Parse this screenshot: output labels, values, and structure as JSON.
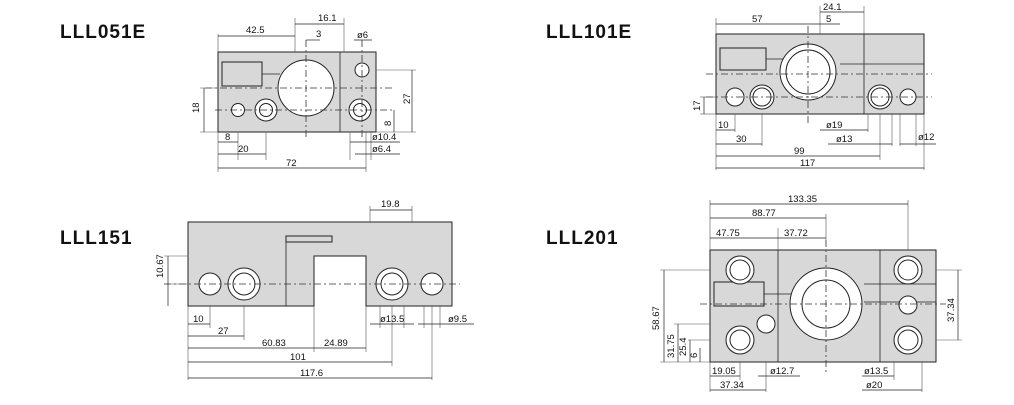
{
  "models": {
    "m1": {
      "name": "LLL051E",
      "dims": [
        "42.5",
        "16.1",
        "3",
        "ø6",
        "18",
        "27",
        "8",
        "ø10.4",
        "8",
        "20",
        "ø6.4",
        "72"
      ]
    },
    "m2": {
      "name": "LLL101E",
      "dims": [
        "24.1",
        "57",
        "5",
        "17",
        "10",
        "ø19",
        "30",
        "ø13",
        "ø12",
        "99",
        "117"
      ]
    },
    "m3": {
      "name": "LLL151",
      "dims": [
        "19.8",
        "10.67",
        "10",
        "27",
        "ø13.5",
        "ø9.5",
        "60.83",
        "24.89",
        "101",
        "117.6"
      ]
    },
    "m4": {
      "name": "LLL201",
      "dims": [
        "133.35",
        "88.77",
        "47.75",
        "37.72",
        "58.67",
        "31.75",
        "25.4",
        "6",
        "37.34",
        "19.05",
        "ø13.5",
        "37.34",
        "ø12.7",
        "ø20"
      ]
    }
  }
}
